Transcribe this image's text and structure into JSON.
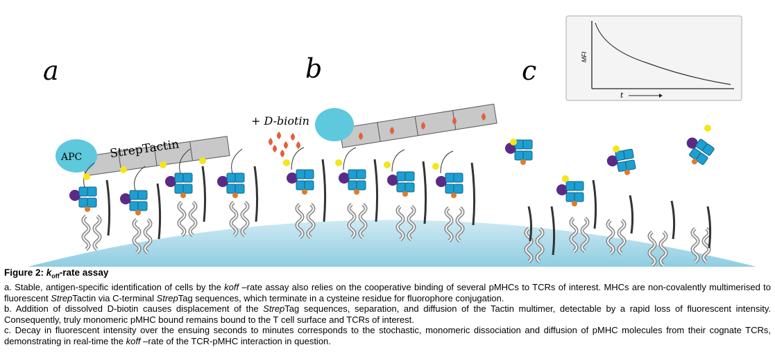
{
  "figure": {
    "panel_labels": [
      "a",
      "b",
      "c"
    ],
    "labels": {
      "apc": "APC",
      "streptactin": "StrepTactin",
      "dbiotin": "+ D-biotin",
      "inset_ylabel": "MFI",
      "inset_xlabel": "t"
    },
    "colors": {
      "cell": "#a9d8e8",
      "mhc_alpha": "#1c9fd3",
      "peptide": "#5b2a86",
      "fluor": "#f4e61a",
      "apc": "#5ec8dc",
      "cys": "#e07a2c",
      "biotin": "#e0623a",
      "tactin": "#c8c8c8"
    }
  },
  "caption": {
    "title_prefix": "Figure 2: ",
    "title_k": "k",
    "title_sub": "off",
    "title_suffix": "-rate assay",
    "a": {
      "t1": "a. Stable, antigen-specific identification of cells by the ",
      "i1": "koff",
      "t2": " –rate assay also relies on the cooperative binding of several pMHCs to TCRs of interest. MHCs are non-covalently multimerised to fluorescent ",
      "i2": "Strep",
      "t3": "Tactin via C-terminal ",
      "i3": "Strep",
      "t4": "Tag sequences, which terminate in a cysteine residue for fluorophore conjugation."
    },
    "b": {
      "t1": "b. Addition of dissolved D-biotin causes displacement of the ",
      "i1": "Strep",
      "t2": "Tag sequences, separation, and diffusion of the  Tactin multimer, detectable by a rapid loss of fluorescent intensity. Consequently, truly monomeric pMHC bound remains bound to the T cell surface and TCRs of interest."
    },
    "c": {
      "t1": "c. Decay in fluorescent intensity over the ensuing seconds to minutes corresponds to the stochastic, monomeric dissociation and diffusion of pMHC molecules from their cognate TCRs, demonstrating in real-time the ",
      "i1": "koff",
      "t2": " –rate of the TCR-pMHC interaction in question."
    }
  }
}
